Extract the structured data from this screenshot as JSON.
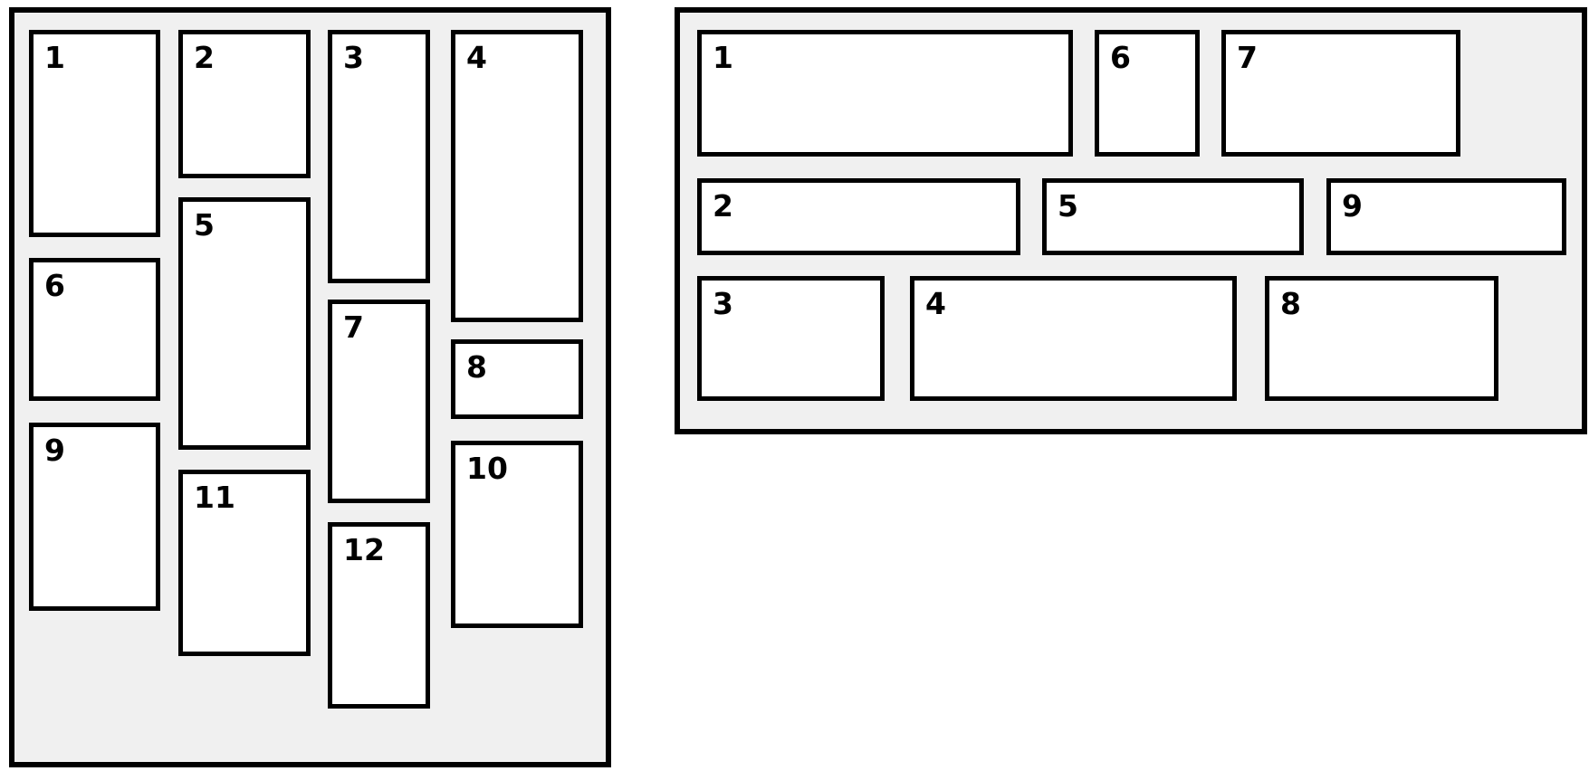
{
  "colors": {
    "page_bg": "#ffffff",
    "panel_bg": "#f0f0f0",
    "card_bg": "#ffffff",
    "border": "#000000",
    "label_text": "#000000"
  },
  "vertical_masonry": {
    "items": [
      {
        "label": "1"
      },
      {
        "label": "2"
      },
      {
        "label": "3"
      },
      {
        "label": "4"
      },
      {
        "label": "5"
      },
      {
        "label": "6"
      },
      {
        "label": "7"
      },
      {
        "label": "8"
      },
      {
        "label": "9"
      },
      {
        "label": "10"
      },
      {
        "label": "11"
      },
      {
        "label": "12"
      }
    ]
  },
  "horizontal_masonry": {
    "items": [
      {
        "label": "1"
      },
      {
        "label": "6"
      },
      {
        "label": "7"
      },
      {
        "label": "2"
      },
      {
        "label": "5"
      },
      {
        "label": "9"
      },
      {
        "label": "3"
      },
      {
        "label": "4"
      },
      {
        "label": "8"
      }
    ]
  }
}
